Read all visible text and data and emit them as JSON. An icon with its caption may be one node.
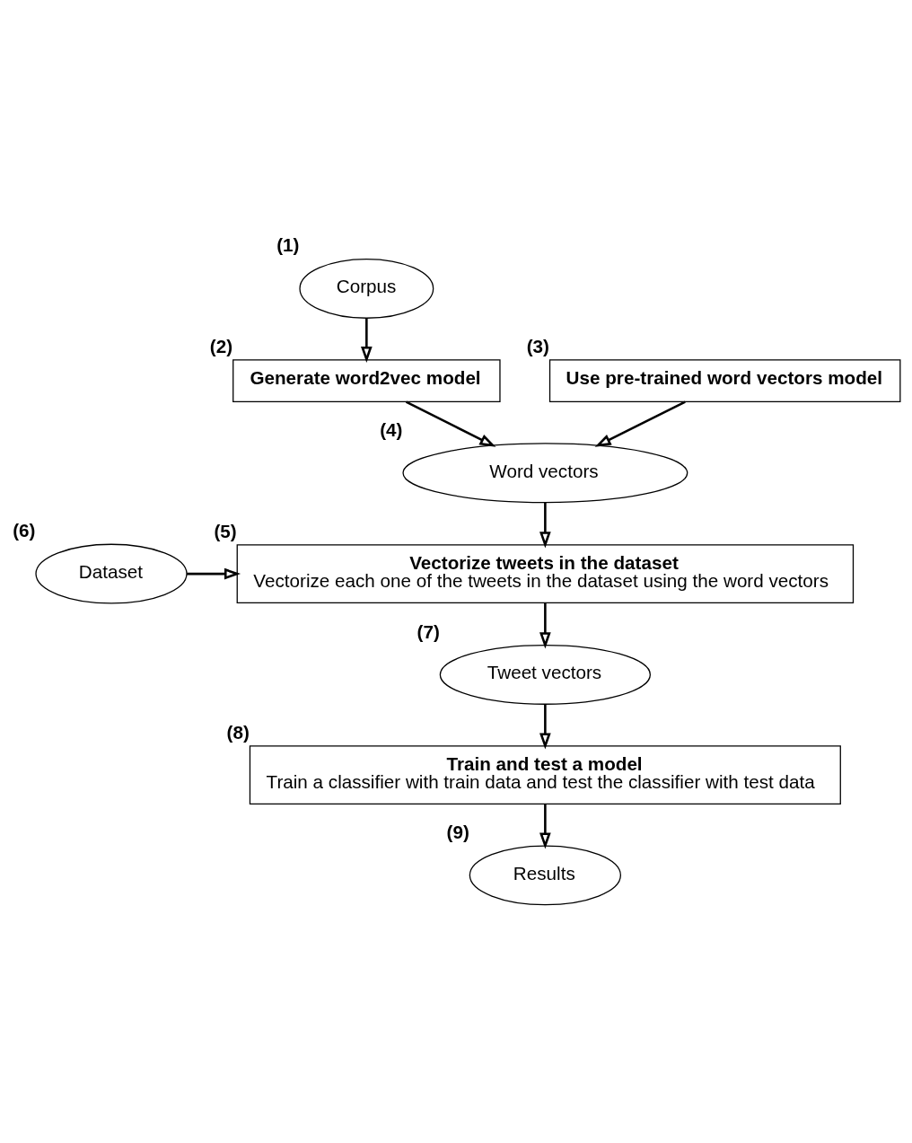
{
  "diagram": {
    "nodes": [
      {
        "text": [
          "Corpus"
        ],
        "beside": [
          "(1)"
        ]
      },
      {
        "text": [
          "Generate word2vec model"
        ],
        "beside": [
          "(2)"
        ]
      },
      {
        "text": [
          "Use pre-trained word vectors model"
        ],
        "beside": [
          "(3)"
        ]
      },
      {
        "text": [
          "Word vectors"
        ],
        "beside": [
          "(4)"
        ]
      },
      {
        "text": [
          "Vectorize tweets in the dataset",
          "Vectorize each one of the tweets in the dataset using the word vectors"
        ],
        "beside": [
          "(5)"
        ]
      },
      {
        "text": [
          "Dataset"
        ],
        "beside": [
          "(6)"
        ]
      },
      {
        "text": [
          "Tweet vectors"
        ],
        "beside": [
          "(7)"
        ]
      },
      {
        "text": [
          "Train and test a model",
          "Train a classifier with train data and test the classifier with test data"
        ],
        "beside": [
          "(8)"
        ]
      },
      {
        "text": [
          "Results"
        ],
        "beside": [
          "(9)"
        ]
      }
    ],
    "edges": [
      {
        "from": 0,
        "to": 1,
        "arrow": "to"
      },
      {
        "from": 1,
        "to": 3,
        "arrow": "to"
      },
      {
        "from": 2,
        "to": 3,
        "arrow": "to"
      },
      {
        "from": 3,
        "to": 4,
        "arrow": "to"
      },
      {
        "from": 5,
        "to": 4,
        "arrow": "to"
      },
      {
        "from": 4,
        "to": 6,
        "arrow": "to"
      },
      {
        "from": 6,
        "to": 7,
        "arrow": "to"
      },
      {
        "from": 7,
        "to": 8,
        "arrow": "to"
      }
    ]
  }
}
